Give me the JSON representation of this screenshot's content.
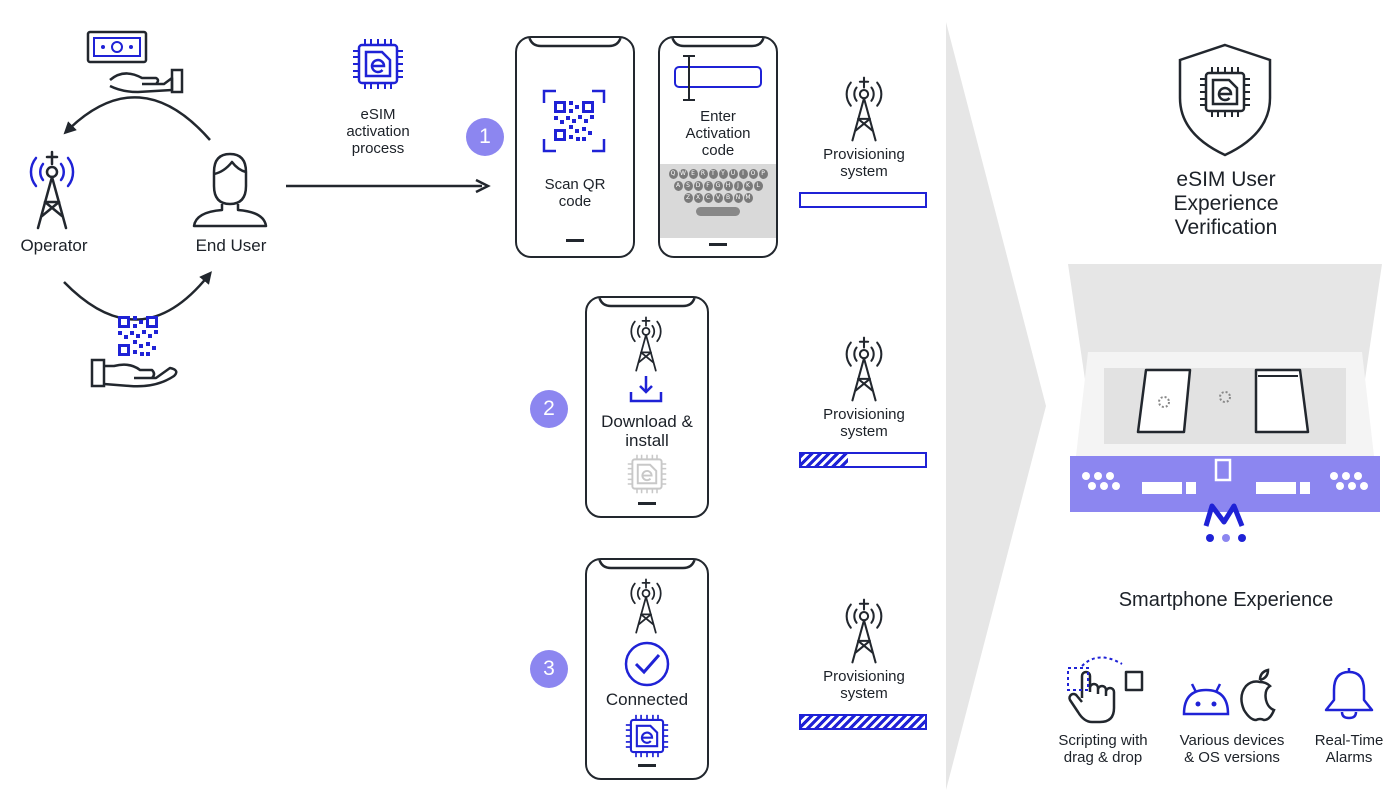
{
  "colors": {
    "accent": "#1f22d6",
    "badge": "#8c86f0",
    "ink": "#22272e",
    "panel": "#e6e6e6",
    "strip": "#8c86f0"
  },
  "left_cycle": {
    "operator_label": "Operator",
    "end_user_label": "End User",
    "icons": [
      "money-icon",
      "hand-icon",
      "tower-icon",
      "user-icon",
      "qr-code-icon"
    ]
  },
  "esim_process": {
    "label": "eSIM activation process"
  },
  "steps": [
    {
      "number": "1",
      "phone_a_label": "Scan QR code",
      "phone_b_label": "Enter Activation code",
      "provisioning_label": "Provisioning system",
      "progress": 0.0,
      "keyboard_rows": [
        [
          "Q",
          "W",
          "E",
          "R",
          "T",
          "Y",
          "U",
          "I",
          "O",
          "P"
        ],
        [
          "A",
          "S",
          "D",
          "F",
          "G",
          "H",
          "J",
          "K",
          "L"
        ],
        [
          "Z",
          "X",
          "C",
          "V",
          "B",
          "N",
          "M"
        ]
      ]
    },
    {
      "number": "2",
      "phone_label": "Download & install",
      "provisioning_label": "Provisioning system",
      "progress": 0.38
    },
    {
      "number": "3",
      "phone_label": "Connected",
      "provisioning_label": "Provisioning system",
      "progress": 1.0
    }
  ],
  "right_panel": {
    "title": "eSIM User Experience Verification",
    "device_label": "Smartphone Experience",
    "features": [
      {
        "label": "Scripting with drag & drop",
        "icon": "drag-drop-icon"
      },
      {
        "label": "Various devices & OS versions",
        "icon": "android-apple-icon"
      },
      {
        "label": "Real-Time Alarms",
        "icon": "bell-icon"
      }
    ]
  }
}
